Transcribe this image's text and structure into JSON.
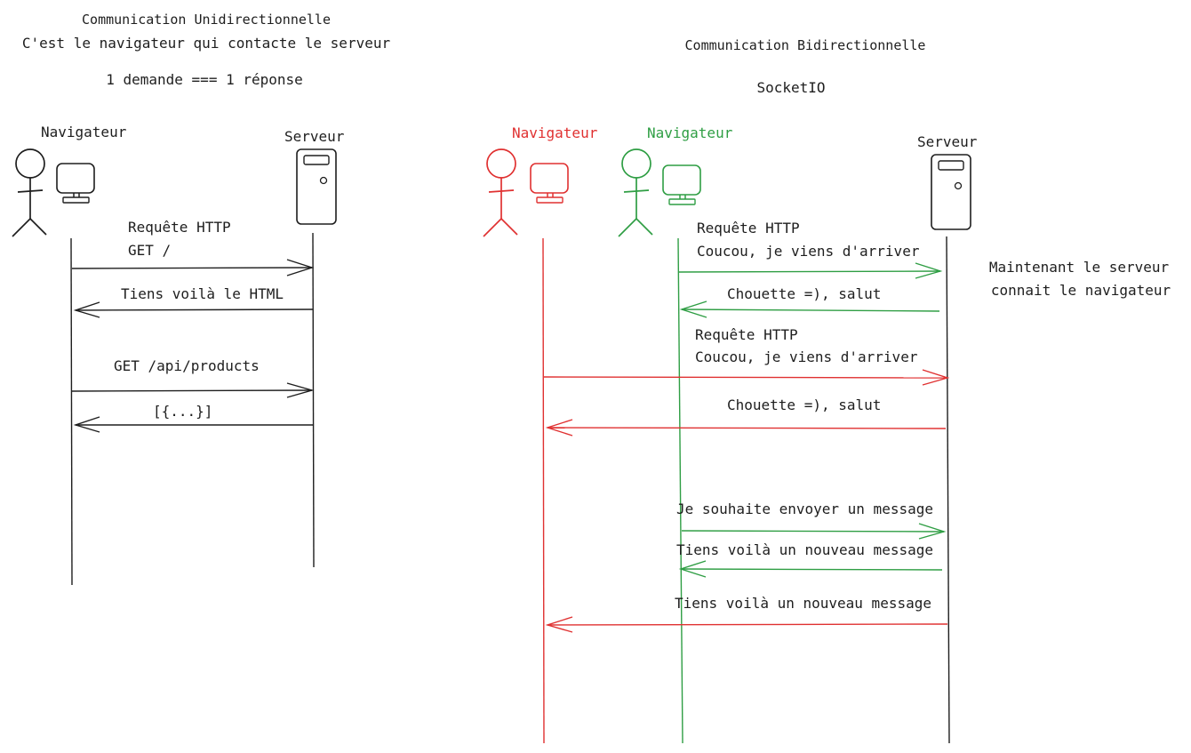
{
  "colors": {
    "ink": "#1e1e1e",
    "red": "#e03131",
    "green": "#2f9e44"
  },
  "left": {
    "title_line1": "Communication Unidirectionnelle",
    "title_line2": "C'est le navigateur qui contacte le serveur",
    "rule": "1 demande === 1 réponse",
    "client_label": "Navigateur",
    "server_label": "Serveur",
    "messages": [
      {
        "label": "Requête HTTP",
        "label2": "GET /",
        "direction": "to-server"
      },
      {
        "label": "Tiens voilà le HTML",
        "direction": "to-client"
      },
      {
        "label": "GET /api/products",
        "direction": "to-server"
      },
      {
        "label": "[{...}]",
        "direction": "to-client"
      }
    ]
  },
  "right": {
    "title": "Communication Bidirectionnelle",
    "subtitle": "SocketIO",
    "red_client_label": "Navigateur",
    "green_client_label": "Navigateur",
    "server_label": "Serveur",
    "note_line1": "Maintenant le serveur",
    "note_line2": "connait le navigateur",
    "messages": [
      {
        "label": "Requête HTTP",
        "label2": "Coucou, je viens d'arriver",
        "client": "green",
        "direction": "to-server"
      },
      {
        "label": "Chouette =), salut",
        "client": "green",
        "direction": "to-client"
      },
      {
        "label": "Requête HTTP",
        "label2": "Coucou, je viens d'arriver",
        "client": "red",
        "direction": "to-server"
      },
      {
        "label": "Chouette =), salut",
        "client": "red",
        "direction": "to-client"
      },
      {
        "label": "Je souhaite envoyer un message",
        "client": "green",
        "direction": "to-server"
      },
      {
        "label": "Tiens voilà un nouveau message",
        "client": "green",
        "direction": "to-client"
      },
      {
        "label": "Tiens voilà un nouveau message",
        "client": "red",
        "direction": "to-client"
      }
    ]
  }
}
